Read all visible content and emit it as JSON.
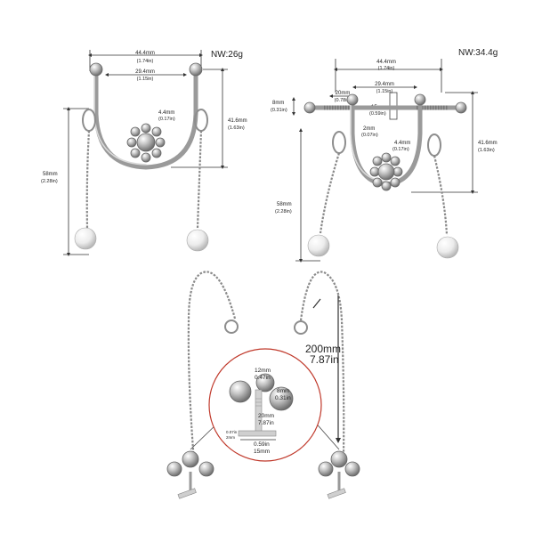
{
  "top_left": {
    "weight": "NW:26g",
    "dims": {
      "width_mm": "44.4mm",
      "width_in": "(1.74in)",
      "inner_mm": "29.4mm",
      "inner_in": "(1.15in)",
      "gauge_mm": "4.4mm",
      "gauge_in": "(0.17in)",
      "height_mm": "41.6mm",
      "height_in": "(1.63in)",
      "drop_mm": "58mm",
      "drop_in": "(2.28in)"
    }
  },
  "top_right": {
    "weight": "NW:34.4g",
    "dims": {
      "width_mm": "44.4mm",
      "width_in": "(1.74in)",
      "bar_mm": "20mm",
      "bar_in": "(0.78in)",
      "inner_mm": "29.4mm",
      "inner_in": "(1.15in)",
      "side_mm": "8mm",
      "side_in": "(0.31in)",
      "post_mm": "15mm",
      "post_in": "(0.59in)",
      "small_mm": "2mm",
      "small_in": "(0.07in)",
      "gauge_mm": "4.4mm",
      "gauge_in": "(0.17in)",
      "height_mm": "41.6mm",
      "height_in": "(1.63in)",
      "drop_mm": "58mm",
      "drop_in": "(2.28in)"
    }
  },
  "bottom": {
    "chain_mm": "200mm",
    "chain_in": "7.87in",
    "detail": {
      "ball_mm": "12mm",
      "ball_in": "0.47in",
      "ball2_mm": "8mm",
      "ball2_in": "0.31in",
      "pin_mm": "20mm",
      "pin_in": "7.87in",
      "base_mm": "2mm",
      "base_in": "0.07in",
      "disc_in": "0.59in",
      "disc_mm": "15mm"
    }
  },
  "colors": {
    "metal": "#b8b8b8",
    "pearl": "#efefef",
    "accent_circle": "#c0392b"
  }
}
